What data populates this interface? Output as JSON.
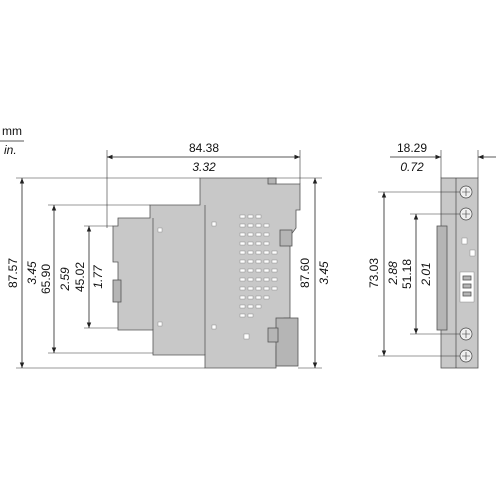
{
  "units": {
    "primary": "mm",
    "secondary": "in."
  },
  "side_view": {
    "width": {
      "mm": "84.38",
      "in": "3.32"
    },
    "left_outer": {
      "mm": "87.57",
      "in": "3.45"
    },
    "left_mid": {
      "mm": "65.90",
      "in": "2.59"
    },
    "left_inner": {
      "mm": "45.02",
      "in": "1.77"
    },
    "right_outer": {
      "mm": "87.60",
      "in": "3.45"
    }
  },
  "front_view": {
    "width": {
      "mm": "18.29",
      "in": "0.72"
    },
    "height_outer": {
      "mm": "73.03",
      "in": "2.88"
    },
    "height_inner": {
      "mm": "51.18",
      "in": "2.01"
    }
  },
  "colors": {
    "body": "#c8c8c8",
    "outline": "#555555",
    "line": "#222222"
  }
}
